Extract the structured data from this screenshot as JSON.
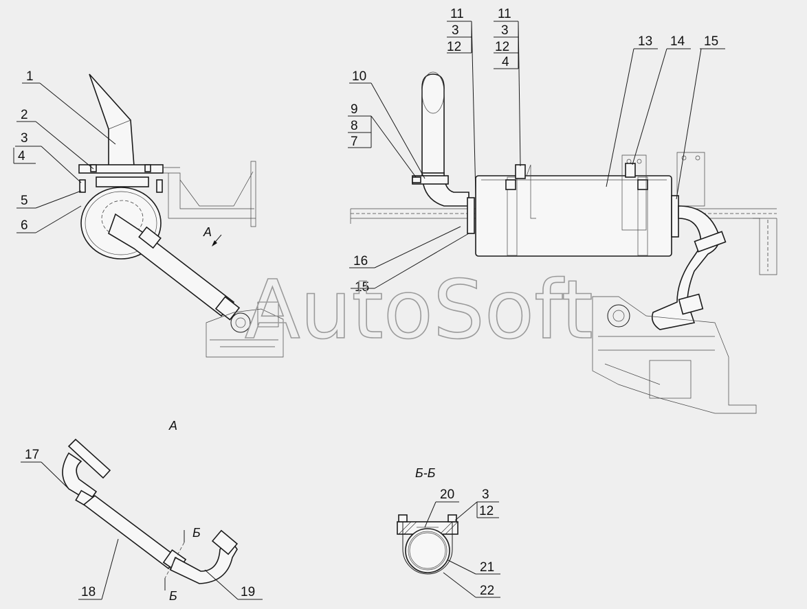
{
  "watermark": "AutoSoft",
  "view_labels": {
    "view_a": "А",
    "section_bb": "Б-Б",
    "cut_mark_top": "Б",
    "cut_mark_bottom": "Б",
    "view_arrow": "А"
  },
  "callouts": {
    "n1": "1",
    "n2": "2",
    "n3": "3",
    "n4": "4",
    "n5": "5",
    "n6": "6",
    "n7": "7",
    "n8": "8",
    "n9": "9",
    "n10": "10",
    "n16": "16",
    "n15b": "15",
    "s1_11": "11",
    "s1_3": "3",
    "s1_12": "12",
    "s2_11": "11",
    "s2_3": "3",
    "s2_12": "12",
    "s2_4": "4",
    "n13": "13",
    "n14": "14",
    "n15": "15",
    "n17": "17",
    "n18": "18",
    "n19": "19",
    "n20": "20",
    "n3b": "3",
    "n12b": "12",
    "n21": "21",
    "n22": "22"
  }
}
